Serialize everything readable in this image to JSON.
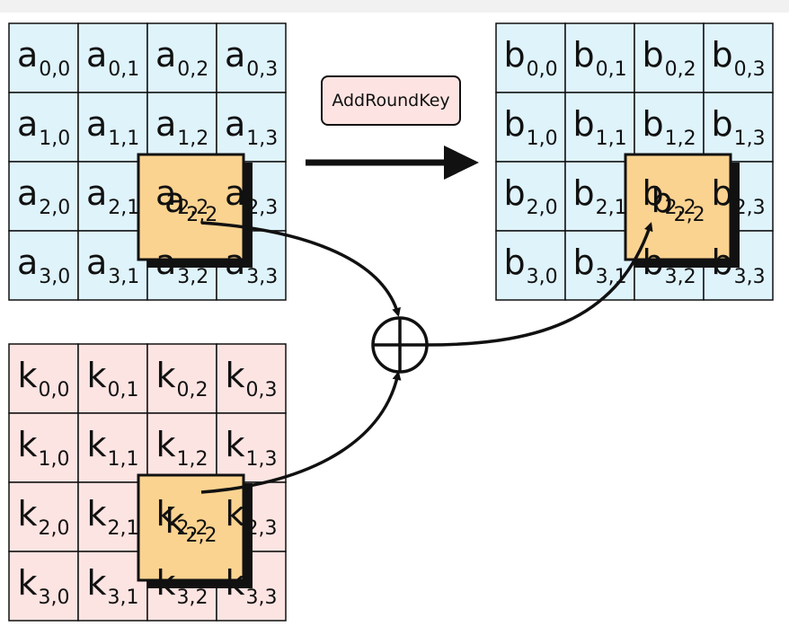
{
  "operation_label": "AddRoundKey",
  "colors": {
    "state_fill": "#dff3fb",
    "key_fill": "#fce4e2",
    "highlight_fill": "#fbd390",
    "label_fill": "#fde4e2",
    "stroke": "#111111"
  },
  "state_a": {
    "rows": [
      [
        {
          "base": "a",
          "sub": "0,0"
        },
        {
          "base": "a",
          "sub": "0,1"
        },
        {
          "base": "a",
          "sub": "0,2"
        },
        {
          "base": "a",
          "sub": "0,3"
        }
      ],
      [
        {
          "base": "a",
          "sub": "1,0"
        },
        {
          "base": "a",
          "sub": "1,1"
        },
        {
          "base": "a",
          "sub": "1,2"
        },
        {
          "base": "a",
          "sub": "1,3"
        }
      ],
      [
        {
          "base": "a",
          "sub": "2,0"
        },
        {
          "base": "a",
          "sub": "2,1"
        },
        {
          "base": "a",
          "sub": "2,2"
        },
        {
          "base": "a",
          "sub": "2,3"
        }
      ],
      [
        {
          "base": "a",
          "sub": "3,0"
        },
        {
          "base": "a",
          "sub": "3,1"
        },
        {
          "base": "a",
          "sub": "3,2"
        },
        {
          "base": "a",
          "sub": "3,3"
        }
      ]
    ],
    "highlight": {
      "base": "a",
      "sub": "2,2"
    }
  },
  "state_b": {
    "rows": [
      [
        {
          "base": "b",
          "sub": "0,0"
        },
        {
          "base": "b",
          "sub": "0,1"
        },
        {
          "base": "b",
          "sub": "0,2"
        },
        {
          "base": "b",
          "sub": "0,3"
        }
      ],
      [
        {
          "base": "b",
          "sub": "1,0"
        },
        {
          "base": "b",
          "sub": "1,1"
        },
        {
          "base": "b",
          "sub": "1,2"
        },
        {
          "base": "b",
          "sub": "1,3"
        }
      ],
      [
        {
          "base": "b",
          "sub": "2,0"
        },
        {
          "base": "b",
          "sub": "2,1"
        },
        {
          "base": "b",
          "sub": "2,2"
        },
        {
          "base": "b",
          "sub": "2,3"
        }
      ],
      [
        {
          "base": "b",
          "sub": "3,0"
        },
        {
          "base": "b",
          "sub": "3,1"
        },
        {
          "base": "b",
          "sub": "3,2"
        },
        {
          "base": "b",
          "sub": "3,3"
        }
      ]
    ],
    "highlight": {
      "base": "b",
      "sub": "2,2"
    }
  },
  "round_key": {
    "rows": [
      [
        {
          "base": "k",
          "sub": "0,0"
        },
        {
          "base": "k",
          "sub": "0,1"
        },
        {
          "base": "k",
          "sub": "0,2"
        },
        {
          "base": "k",
          "sub": "0,3"
        }
      ],
      [
        {
          "base": "k",
          "sub": "1,0"
        },
        {
          "base": "k",
          "sub": "1,1"
        },
        {
          "base": "k",
          "sub": "1,2"
        },
        {
          "base": "k",
          "sub": "1,3"
        }
      ],
      [
        {
          "base": "k",
          "sub": "2,0"
        },
        {
          "base": "k",
          "sub": "2,1"
        },
        {
          "base": "k",
          "sub": "2,2"
        },
        {
          "base": "k",
          "sub": "2,3"
        }
      ],
      [
        {
          "base": "k",
          "sub": "3,0"
        },
        {
          "base": "k",
          "sub": "3,1"
        },
        {
          "base": "k",
          "sub": "3,2"
        },
        {
          "base": "k",
          "sub": "3,3"
        }
      ]
    ],
    "highlight": {
      "base": "k",
      "sub": "2,2"
    }
  }
}
